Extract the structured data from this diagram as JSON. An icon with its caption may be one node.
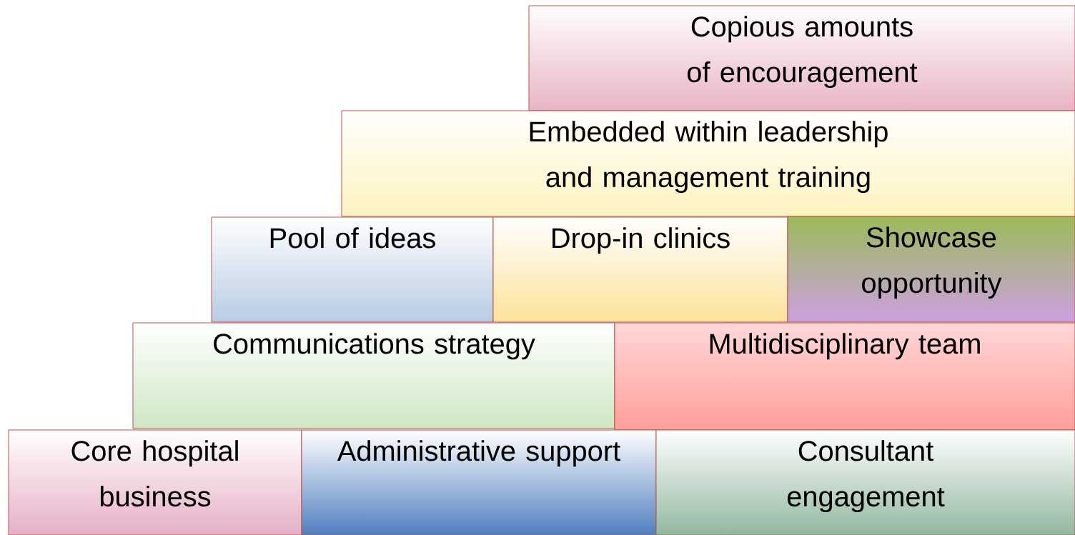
{
  "diagram": {
    "nodes": [
      {
        "text": [
          "Copious amounts of encouragement"
        ]
      },
      {
        "text": [
          "Embedded within leadership and management training"
        ]
      },
      {
        "text": [
          "Pool of ideas"
        ]
      },
      {
        "text": [
          "Drop-in clinics"
        ]
      },
      {
        "text": [
          "Showcase opportunity"
        ]
      },
      {
        "text": [
          "Communications strategy"
        ]
      },
      {
        "text": [
          "Multidisciplinary team"
        ]
      },
      {
        "text": [
          "Core hospital business"
        ]
      },
      {
        "text": [
          "Administrative support"
        ]
      },
      {
        "text": [
          "Consultant engagement"
        ]
      }
    ]
  }
}
